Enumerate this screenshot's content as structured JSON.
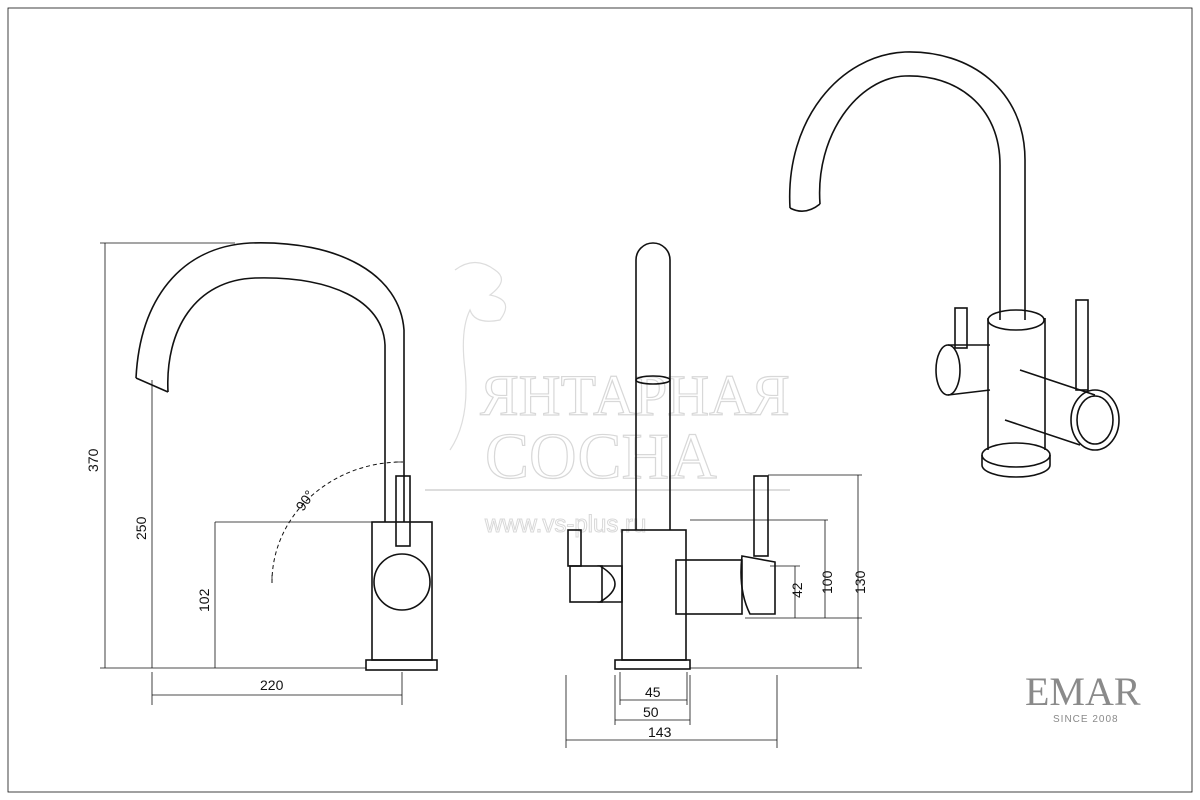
{
  "watermark": {
    "line1": "ЯНТАРНАЯ",
    "line2": "СОСНА",
    "url": "www.vs-plus.ru"
  },
  "brand": {
    "name": "EMAR",
    "tagline": "SINCE 2008"
  },
  "side_view": {
    "height_total": "370",
    "spout_height": "250",
    "handle_height": "102",
    "reach": "220",
    "handle_angle": "90°"
  },
  "front_view": {
    "handle_cyl": "42",
    "body_height": "100",
    "lever_height": "130",
    "base_inner": "45",
    "base_outer": "50",
    "width_total": "143"
  }
}
